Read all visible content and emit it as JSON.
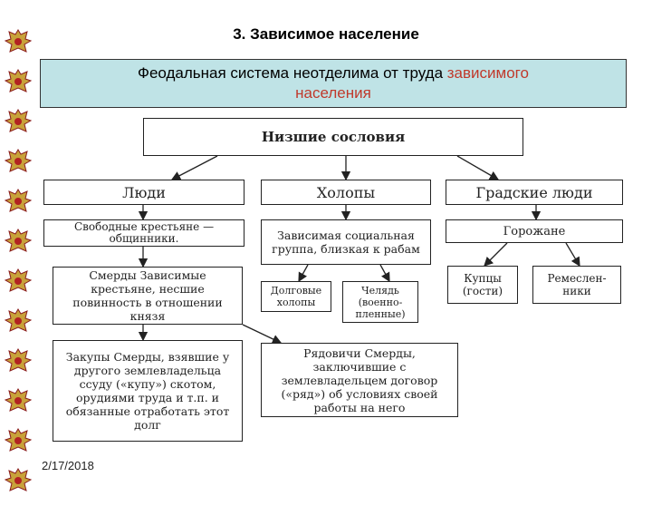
{
  "title": "3. Зависимое население",
  "banner": {
    "text_plain": "Феодальная система неотделима от труда ",
    "text_highlight": "зависимого",
    "line2": "населения",
    "highlight_color": "#c0392b"
  },
  "diagram": {
    "top": "Низшие сословия",
    "categories": {
      "people": "Люди",
      "kholopy": "Холопы",
      "town": "Градские люди"
    },
    "free_peasants": "Свободные крестьяне — общинники.",
    "smerdy": "Смерды Зависимые крестьяне, несшие повинность в отношении князя",
    "zakupy": "Закупы Смерды, взявшие у другого землевладельца ссуду («купу») скотом, орудиями труда и т.п. и обязанные отработать этот долг",
    "dependent_group": "Зависимая социальная группа, близкая к рабам",
    "debt_kholopy": "Долговые холопы",
    "chelyad": "Челядь (военно-пленные)",
    "ryadovichi": "Рядовичи Смерды, заключившие с землевладельцем договор («ряд») об условиях своей работы на него",
    "townspeople": "Горожане",
    "merchants": "Купцы (гости)",
    "craftsmen": "Ремеслен-ники"
  },
  "footer_date": "2/17/2018",
  "colors": {
    "banner_bg": "#bfe3e6",
    "border": "#222222"
  }
}
